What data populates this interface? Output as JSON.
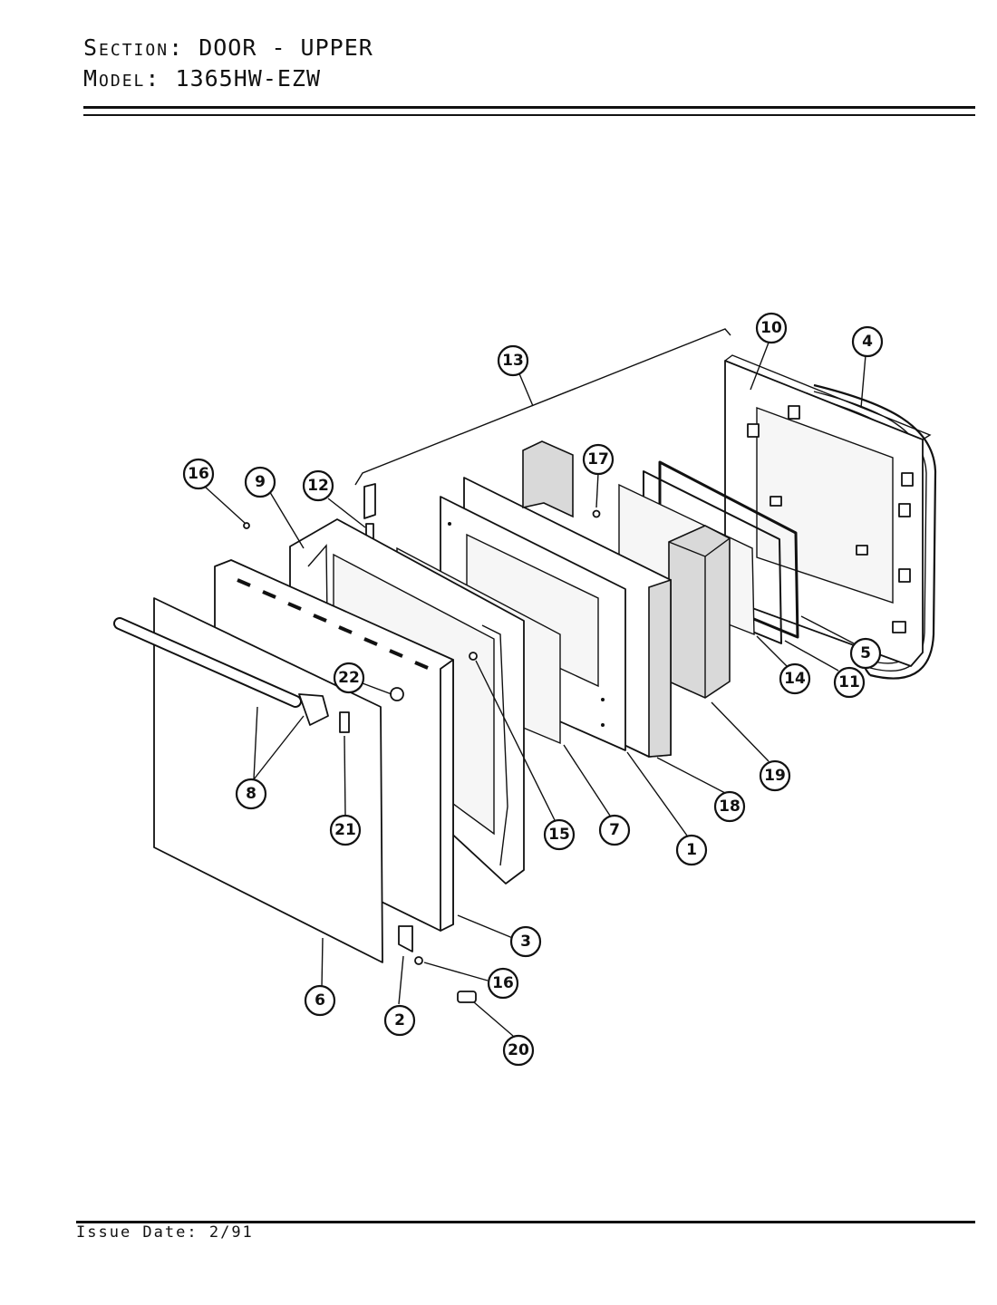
{
  "header": {
    "section_label": "Section:",
    "section_value": "DOOR - UPPER",
    "model_label": "Model:",
    "model_value": "1365HW-EZW"
  },
  "footer": {
    "issue_label": "Issue Date:",
    "issue_value": "2/91"
  },
  "callouts": [
    "10",
    "4",
    "13",
    "17",
    "16",
    "9",
    "12",
    "22",
    "8",
    "21",
    "15",
    "7",
    "1",
    "18",
    "19",
    "14",
    "11",
    "5",
    "3",
    "6",
    "2",
    "16",
    "20"
  ]
}
